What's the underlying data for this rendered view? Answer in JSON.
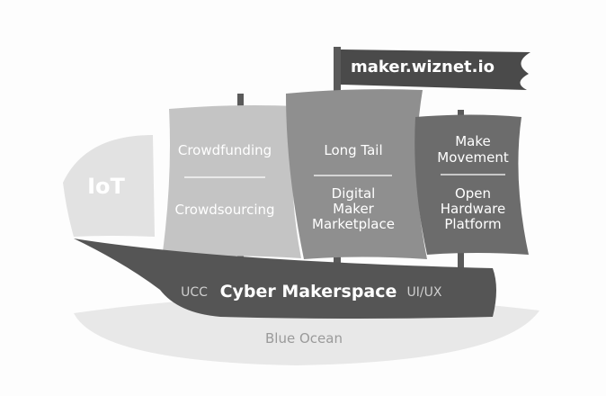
{
  "flag": {
    "text": "maker.wiznet.io"
  },
  "sails": {
    "iot": {
      "label": "IoT"
    },
    "left": {
      "top": "Crowdfunding",
      "bottom": "Crowdsourcing"
    },
    "middle": {
      "top": "Long Tail",
      "bottom": [
        "Digital",
        "Maker",
        "Marketplace"
      ]
    },
    "right": {
      "top": [
        "Make",
        "Movement"
      ],
      "bottom": [
        "Open",
        "Hardware",
        "Platform"
      ]
    }
  },
  "hull": {
    "left": "UCC",
    "center": "Cyber Makerspace",
    "right": "UI/UX"
  },
  "ocean": {
    "label": "Blue Ocean"
  },
  "colors": {
    "iot_sail": "#e2e2e2",
    "left_sail": "#c4c4c4",
    "middle_sail": "#8f8f8f",
    "right_sail": "#6c6c6c",
    "hull": "#555555",
    "flag": "#4a4a4a",
    "ocean": "#e8e8e8",
    "ocean_text": "#9a9a9a"
  }
}
